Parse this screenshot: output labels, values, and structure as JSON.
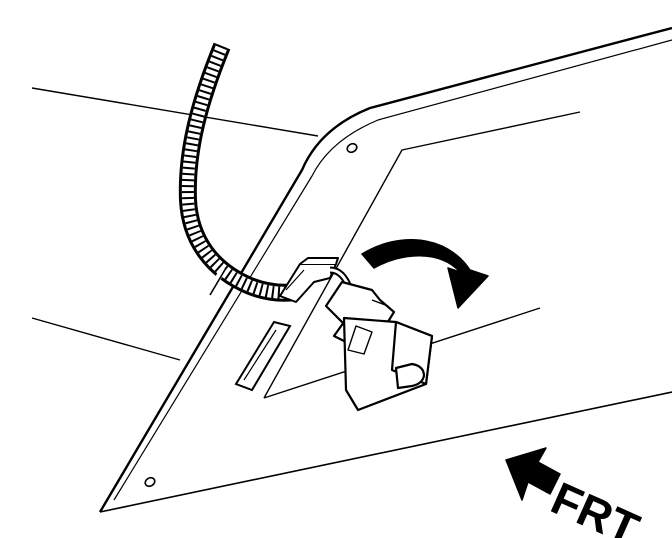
{
  "diagram": {
    "orientation_label": "FRT",
    "orientation_arrow_icon": "front-direction-arrow-icon",
    "rotation_arrow_icon": "curved-rotate-arrow-icon",
    "components": [
      "roof-panel",
      "harness-conduit",
      "switch-connector",
      "mounting-slot",
      "mounting-holes"
    ]
  }
}
